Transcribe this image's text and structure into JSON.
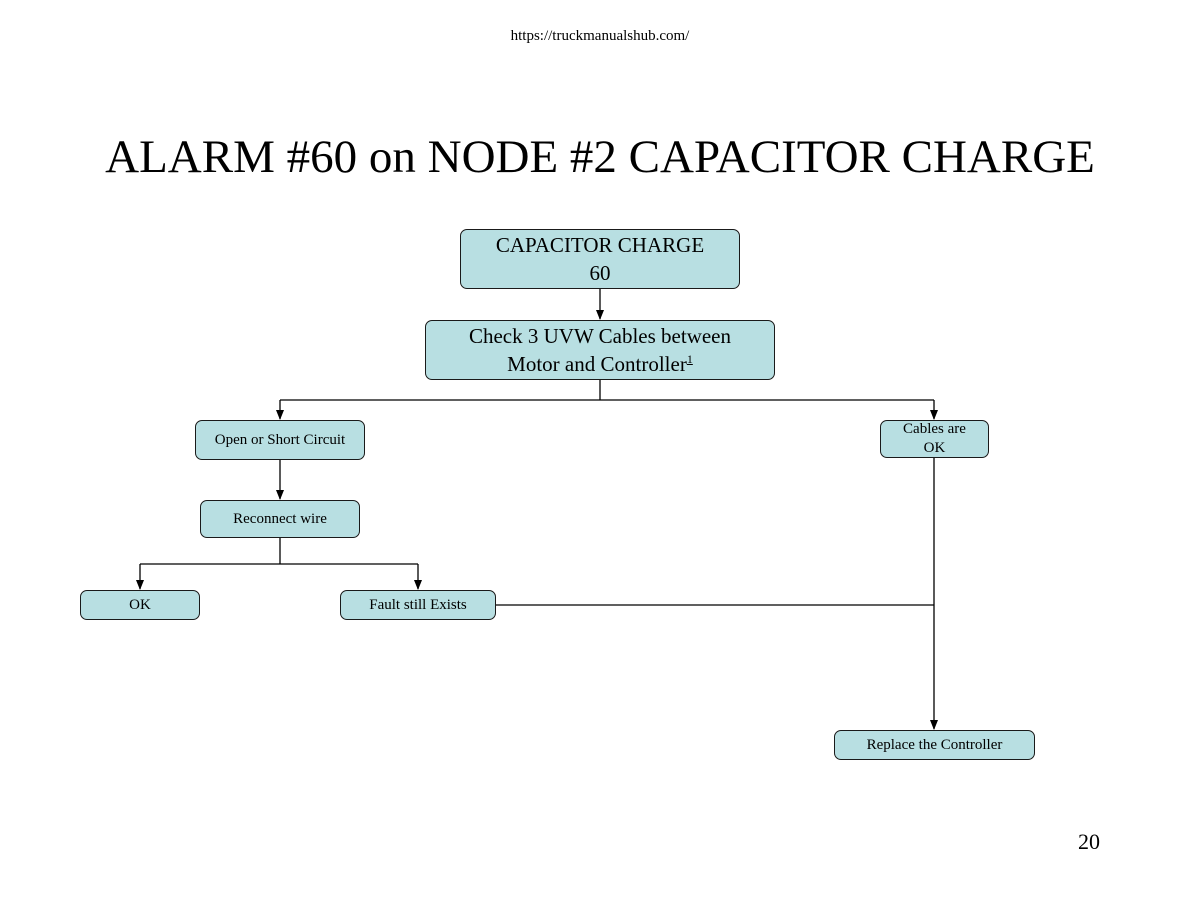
{
  "header": {
    "url": "https://truckmanualshub.com/"
  },
  "title": "ALARM #60 on NODE #2 CAPACITOR CHARGE",
  "page_number": "20",
  "nodes": {
    "capacitor_charge": {
      "line1": "CAPACITOR CHARGE",
      "line2": "60"
    },
    "check_cables": {
      "line1": "Check 3 UVW Cables between",
      "line2": "Motor and Controller",
      "footnote": "1"
    },
    "open_short": {
      "label": "Open or Short Circuit"
    },
    "cables_ok": {
      "line1": "Cables are",
      "line2": "OK"
    },
    "reconnect_wire": {
      "label": "Reconnect wire"
    },
    "ok": {
      "label": "OK"
    },
    "fault_exists": {
      "label": "Fault still Exists"
    },
    "replace_controller": {
      "label": "Replace the Controller"
    }
  },
  "colors": {
    "box_fill": "#b8dfe2",
    "box_border": "#1a1a1a",
    "connector": "#000000"
  }
}
